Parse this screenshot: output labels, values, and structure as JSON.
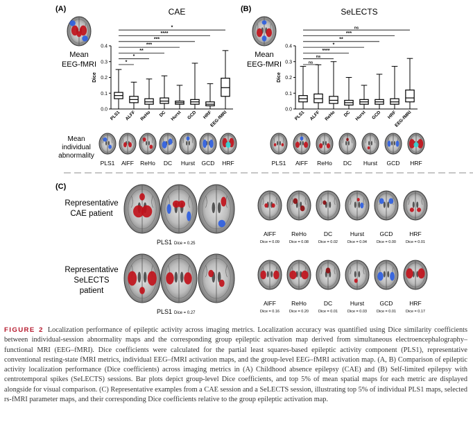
{
  "panels": {
    "A": {
      "label": "(A)",
      "title": "CAE",
      "mean_label_1": "Mean",
      "mean_label_2": "EEG-fMRI",
      "ylabel": "Dice",
      "yticks": [
        "0.0",
        "0.1",
        "0.2",
        "0.3",
        "0.4"
      ],
      "categories": [
        "PLS1",
        "ALFF",
        "ReHo",
        "DC",
        "Hurst",
        "GCD",
        "HRF",
        "EEG-fMRI"
      ],
      "sig": [
        "*",
        "*",
        "**",
        "***",
        "***",
        "****",
        "*"
      ]
    },
    "B": {
      "label": "(B)",
      "title": "SeLECTS",
      "mean_label_1": "Mean",
      "mean_label_2": "EEG-fMRI",
      "ylabel": "Dice",
      "yticks": [
        "0.0",
        "0.1",
        "0.2",
        "0.3",
        "0.4"
      ],
      "categories": [
        "PLS1",
        "ALFF",
        "ReHo",
        "DC",
        "Hurst",
        "GCD",
        "HRF",
        "EEG-fMRI"
      ],
      "sig": [
        "ns",
        "ns",
        "****",
        "*",
        "**",
        "***",
        "ns"
      ]
    },
    "abnormality": {
      "label_1": "Mean",
      "label_2": "individual",
      "label_3": "abnormality",
      "names": [
        "PLS1",
        "AlFF",
        "ReHo",
        "DC",
        "Hurst",
        "GCD",
        "HRF"
      ]
    },
    "C": {
      "label": "(C)",
      "rows": [
        {
          "title_lines": [
            "Representative",
            "CAE patient"
          ],
          "pls1": "PLS1",
          "pls1_dice": "Dice = 0.25",
          "metrics": [
            {
              "name": "AlFF",
              "dice": "Dice = 0.09"
            },
            {
              "name": "ReHo",
              "dice": "Dice = 0.08"
            },
            {
              "name": "DC",
              "dice": "Dice = 0.02"
            },
            {
              "name": "Hurst",
              "dice": "Dice = 0.04"
            },
            {
              "name": "GCD",
              "dice": "Dice = 0.00"
            },
            {
              "name": "HRF",
              "dice": "Dice = 0.01"
            }
          ]
        },
        {
          "title_lines": [
            "Representative",
            "SeLECTS",
            "patient"
          ],
          "pls1": "PLS1",
          "pls1_dice": "Dice = 0.27",
          "metrics": [
            {
              "name": "AlFF",
              "dice": "Dice = 0.16"
            },
            {
              "name": "ReHo",
              "dice": "Dice = 0.20"
            },
            {
              "name": "DC",
              "dice": "Dice = 0.01"
            },
            {
              "name": "Hurst",
              "dice": "Dice = 0.03"
            },
            {
              "name": "GCD",
              "dice": "Dice = 0.01"
            },
            {
              "name": "HRF",
              "dice": "Dice = 0.17"
            }
          ]
        }
      ]
    }
  },
  "chart_data": [
    {
      "type": "box",
      "title": "CAE",
      "ylabel": "Dice",
      "ylim": [
        0,
        0.4
      ],
      "categories": [
        "PLS1",
        "ALFF",
        "ReHo",
        "DC",
        "Hurst",
        "GCD",
        "HRF",
        "EEG-fMRI"
      ],
      "series": [
        {
          "min": 0.0,
          "q1": 0.065,
          "median": 0.085,
          "q3": 0.105,
          "max": 0.25
        },
        {
          "min": 0.0,
          "q1": 0.04,
          "median": 0.06,
          "q3": 0.08,
          "max": 0.17
        },
        {
          "min": 0.0,
          "q1": 0.03,
          "median": 0.045,
          "q3": 0.065,
          "max": 0.19
        },
        {
          "min": 0.0,
          "q1": 0.035,
          "median": 0.05,
          "q3": 0.07,
          "max": 0.21
        },
        {
          "min": 0.0,
          "q1": 0.03,
          "median": 0.04,
          "q3": 0.05,
          "max": 0.15
        },
        {
          "min": 0.0,
          "q1": 0.03,
          "median": 0.045,
          "q3": 0.06,
          "max": 0.29
        },
        {
          "min": 0.0,
          "q1": 0.02,
          "median": 0.03,
          "q3": 0.045,
          "max": 0.16
        },
        {
          "min": 0.0,
          "q1": 0.08,
          "median": 0.135,
          "q3": 0.195,
          "max": 0.37
        }
      ],
      "significance": [
        {
          "pair": [
            "PLS1",
            "ALFF"
          ],
          "label": "*"
        },
        {
          "pair": [
            "PLS1",
            "ReHo"
          ],
          "label": "*"
        },
        {
          "pair": [
            "PLS1",
            "DC"
          ],
          "label": "**"
        },
        {
          "pair": [
            "PLS1",
            "Hurst"
          ],
          "label": "***"
        },
        {
          "pair": [
            "PLS1",
            "GCD"
          ],
          "label": "***"
        },
        {
          "pair": [
            "PLS1",
            "HRF"
          ],
          "label": "****"
        },
        {
          "pair": [
            "PLS1",
            "EEG-fMRI"
          ],
          "label": "*"
        }
      ]
    },
    {
      "type": "box",
      "title": "SeLECTS",
      "ylabel": "Dice",
      "ylim": [
        0,
        0.4
      ],
      "categories": [
        "PLS1",
        "ALFF",
        "ReHo",
        "DC",
        "Hurst",
        "GCD",
        "HRF",
        "EEG-fMRI"
      ],
      "series": [
        {
          "min": 0.0,
          "q1": 0.045,
          "median": 0.065,
          "q3": 0.085,
          "max": 0.27
        },
        {
          "min": 0.0,
          "q1": 0.04,
          "median": 0.065,
          "q3": 0.095,
          "max": 0.28
        },
        {
          "min": 0.0,
          "q1": 0.035,
          "median": 0.055,
          "q3": 0.08,
          "max": 0.3
        },
        {
          "min": 0.0,
          "q1": 0.025,
          "median": 0.04,
          "q3": 0.055,
          "max": 0.2
        },
        {
          "min": 0.0,
          "q1": 0.03,
          "median": 0.045,
          "q3": 0.06,
          "max": 0.15
        },
        {
          "min": 0.0,
          "q1": 0.03,
          "median": 0.045,
          "q3": 0.06,
          "max": 0.22
        },
        {
          "min": 0.0,
          "q1": 0.03,
          "median": 0.045,
          "q3": 0.065,
          "max": 0.27
        },
        {
          "min": 0.0,
          "q1": 0.045,
          "median": 0.07,
          "q3": 0.12,
          "max": 0.32
        }
      ],
      "significance": [
        {
          "pair": [
            "PLS1",
            "ALFF"
          ],
          "label": "ns"
        },
        {
          "pair": [
            "PLS1",
            "ReHo"
          ],
          "label": "ns"
        },
        {
          "pair": [
            "PLS1",
            "DC"
          ],
          "label": "****"
        },
        {
          "pair": [
            "PLS1",
            "Hurst"
          ],
          "label": "*"
        },
        {
          "pair": [
            "PLS1",
            "GCD"
          ],
          "label": "**"
        },
        {
          "pair": [
            "PLS1",
            "HRF"
          ],
          "label": "***"
        },
        {
          "pair": [
            "PLS1",
            "EEG-fMRI"
          ],
          "label": "ns"
        }
      ]
    }
  ],
  "caption": {
    "label": "FIGURE 2",
    "text": "Localization performance of epileptic activity across imaging metrics. Localization accuracy was quantified using Dice similarity coefficients between individual-session abnormality maps and the corresponding group epileptic activation map derived from simultaneous electroencephalography–functional MRI (EEG–fMRI). Dice coefficients were calculated for the partial least squares-based epileptic activity component (PLS1), representative conventional resting-state fMRI metrics, individual EEG–fMRI activation maps, and the group-level EEG–fMRI activation map. (A, B) Comparison of epileptic activity localization performance (Dice coefficients) across imaging metrics in (A) Childhood absence epilepsy (CAE) and (B) Self-limited epilepsy with centrotemporal spikes (SeLECTS) sessions. Bar plots depict group-level Dice coefficients, and top 5% of mean spatial maps for each metric are displayed alongside for visual comparison. (C) Representative examples from a CAE session and a SeLECTS session, illustrating top 5% of individual PLS1 maps, selected rs-fMRI parameter maps, and their corresponding Dice coefficients relative to the group epileptic activation map."
  }
}
